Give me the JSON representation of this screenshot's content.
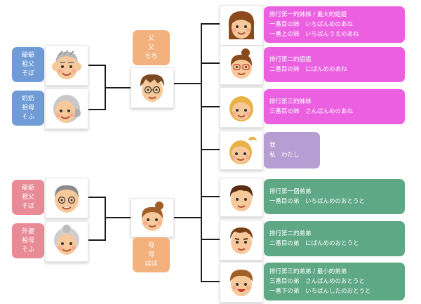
{
  "colors": {
    "grandparent_paternal": "#6f9bd6",
    "grandparent_maternal": "#e88b96",
    "parent": "#f3b27d",
    "sister": "#ec5fe0",
    "self": "#b79ed2",
    "brother": "#5fa886"
  },
  "grandparents": {
    "paternal_grandfather": [
      "爺爺",
      "祖父",
      "そぼ"
    ],
    "paternal_grandmother": [
      "奶奶",
      "祖母",
      "そふ"
    ],
    "maternal_grandfather": [
      "爺爺",
      "祖父",
      "そぼ"
    ],
    "maternal_grandmother": [
      "外婆",
      "祖母",
      "そふ"
    ]
  },
  "parents": {
    "father": [
      "父",
      "父",
      "ちち"
    ],
    "mother": [
      "母",
      "母",
      "はは"
    ]
  },
  "siblings": {
    "sister1": [
      "排行第一的姊姊 / 最大的姐姐",
      "一番目の姉　いちばんめのあね",
      "一番上の姉　いちばんうえのあね"
    ],
    "sister2": [
      "排行第二的姐姐",
      "二番目の姉　にばんめのあね"
    ],
    "sister3": [
      "排行第三的姊姊",
      "三番目の姉　さんばんめのあね"
    ],
    "self": [
      "我",
      "私　わたし"
    ],
    "brother1": [
      "排行第一個弟弟",
      "一番目の弟　いちばんめのおとうと"
    ],
    "brother2": [
      "排行第二的弟弟",
      "二番目の弟　にばんめのおとうと"
    ],
    "brother3": [
      "排行第三的弟弟 / 最小的弟弟",
      "三番目の弟　さんばんめのおとうと",
      "一番下の弟　いちばんしたのおとうと"
    ]
  },
  "icons": [
    "grandfather-face-icon",
    "grandmother-face-icon",
    "father-face-icon",
    "mother-face-icon",
    "girl-face-icon",
    "boy-face-icon"
  ]
}
